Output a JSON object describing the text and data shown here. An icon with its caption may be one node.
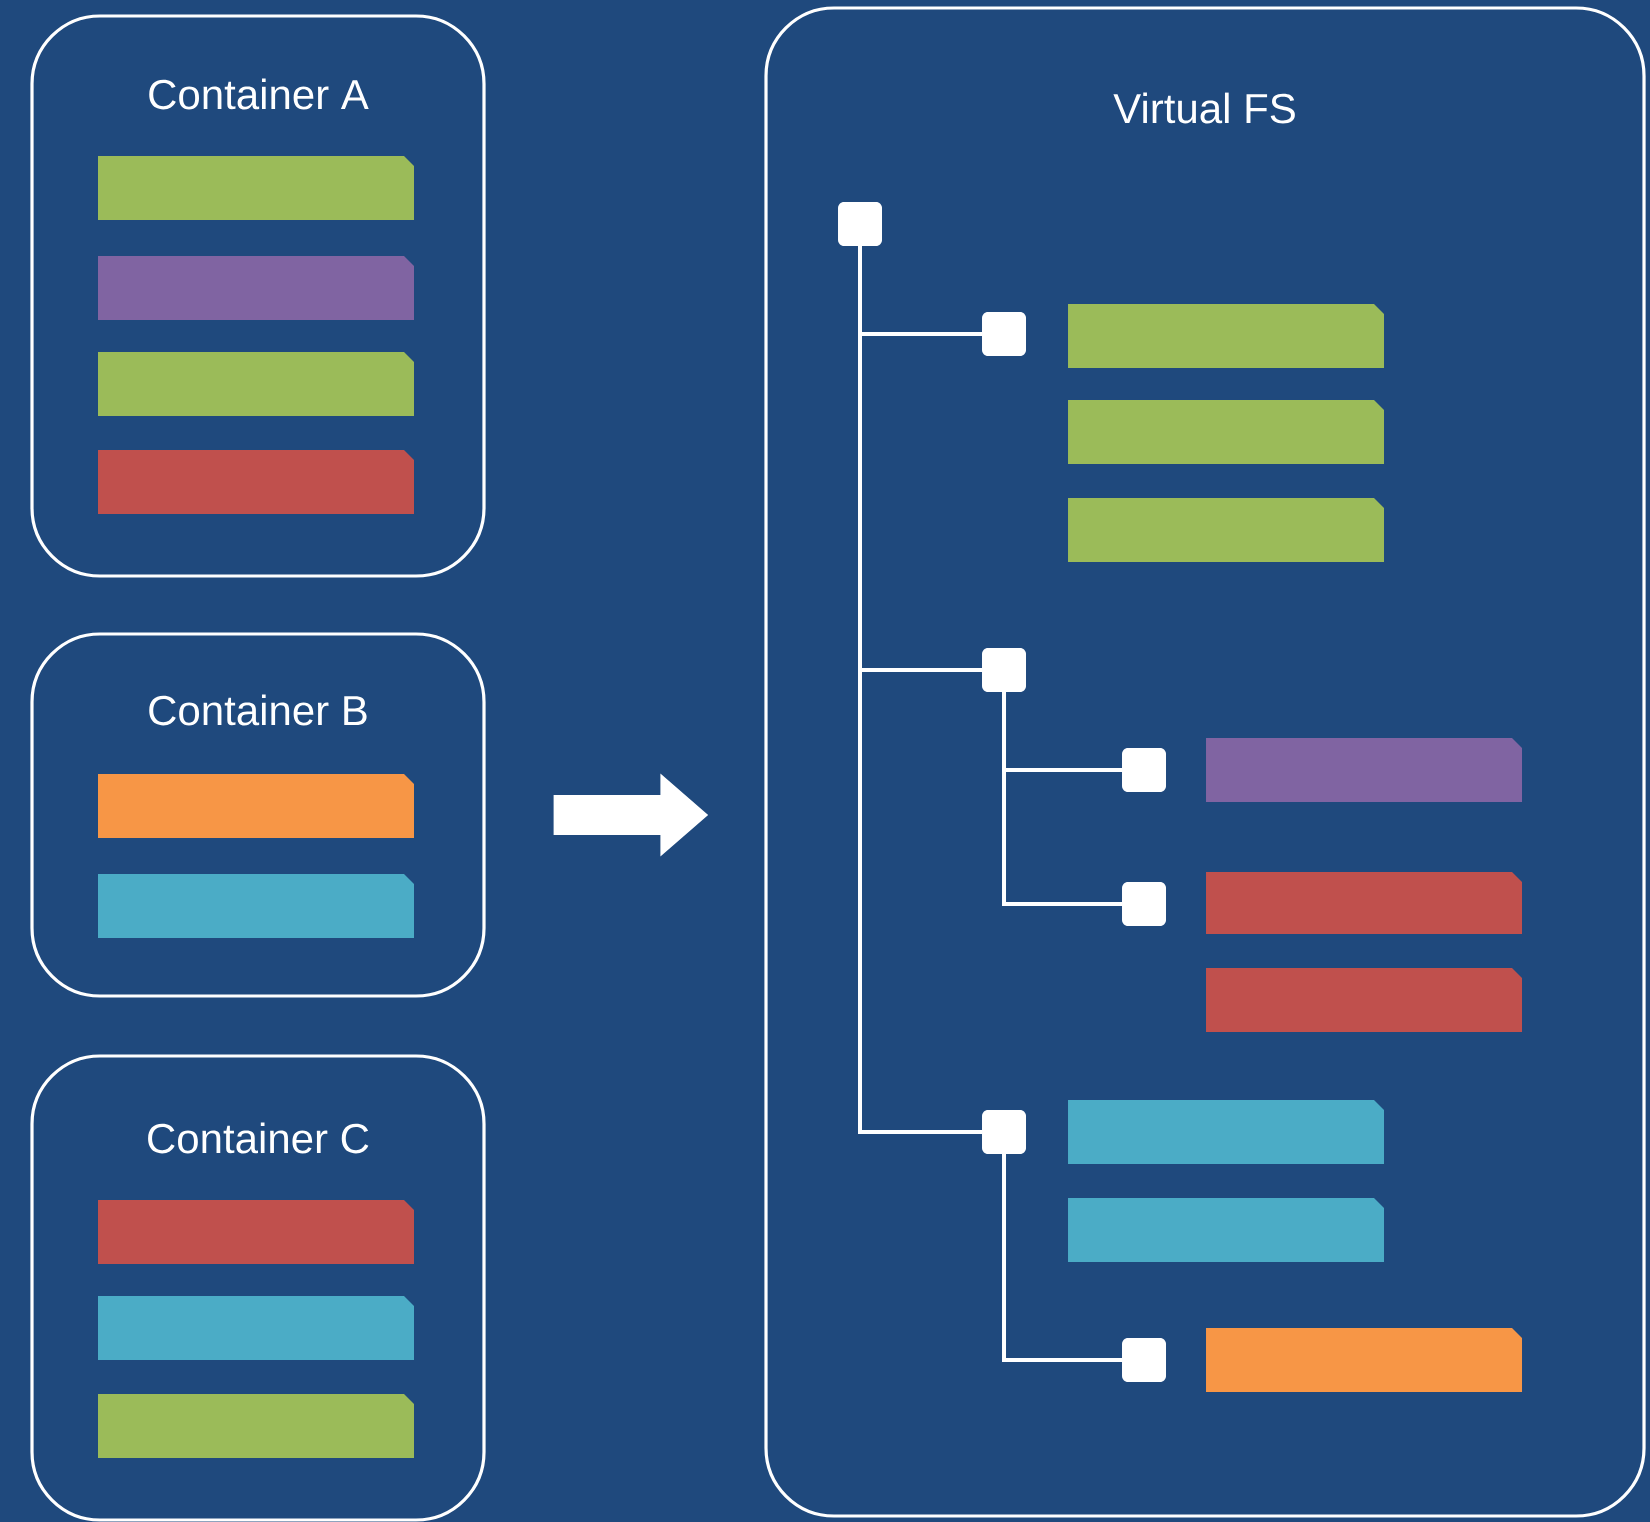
{
  "diagram": {
    "nodes": [
      {
        "text": [
          "Container A"
        ]
      },
      {
        "text": [],
        "shape": "bar",
        "in": 0
      },
      {
        "text": [],
        "shape": "bar",
        "in": 0
      },
      {
        "text": [],
        "shape": "bar",
        "in": 0
      },
      {
        "text": [],
        "shape": "bar",
        "in": 0
      },
      {
        "text": [
          "Container B"
        ]
      },
      {
        "text": [],
        "shape": "bar",
        "in": 5
      },
      {
        "text": [],
        "shape": "bar",
        "in": 5
      },
      {
        "text": [
          "Container C"
        ]
      },
      {
        "text": [],
        "shape": "bar",
        "in": 8
      },
      {
        "text": [],
        "shape": "bar",
        "in": 8
      },
      {
        "text": [],
        "shape": "bar",
        "in": 8
      },
      {
        "text": [
          "Virtual FS"
        ]
      },
      {
        "text": [],
        "shape": "box",
        "in": 12
      },
      {
        "text": [],
        "shape": "box",
        "in": 12
      },
      {
        "text": [],
        "shape": "bar",
        "in": 12
      },
      {
        "text": [],
        "shape": "bar",
        "in": 12
      },
      {
        "text": [],
        "shape": "bar",
        "in": 12
      },
      {
        "text": [],
        "shape": "box",
        "in": 12
      },
      {
        "text": [],
        "shape": "box",
        "in": 12
      },
      {
        "text": [],
        "shape": "bar",
        "in": 12
      },
      {
        "text": [],
        "shape": "box",
        "in": 12
      },
      {
        "text": [],
        "shape": "bar",
        "in": 12
      },
      {
        "text": [],
        "shape": "bar",
        "in": 12
      },
      {
        "text": [],
        "shape": "box",
        "in": 12
      },
      {
        "text": [],
        "shape": "bar",
        "in": 12
      },
      {
        "text": [],
        "shape": "bar",
        "in": 12
      },
      {
        "text": [],
        "shape": "box",
        "in": 12
      },
      {
        "text": [],
        "shape": "bar",
        "in": 12
      }
    ],
    "edges": [
      {
        "from": 5,
        "to": 12,
        "arrow": "to",
        "style": "thick"
      },
      {
        "from": 13,
        "to": 14,
        "arrow": "none"
      },
      {
        "from": 13,
        "to": 18,
        "arrow": "none"
      },
      {
        "from": 13,
        "to": 24,
        "arrow": "none"
      },
      {
        "from": 18,
        "to": 19,
        "arrow": "none"
      },
      {
        "from": 18,
        "to": 21,
        "arrow": "none"
      },
      {
        "from": 24,
        "to": 27,
        "arrow": "none"
      }
    ]
  }
}
